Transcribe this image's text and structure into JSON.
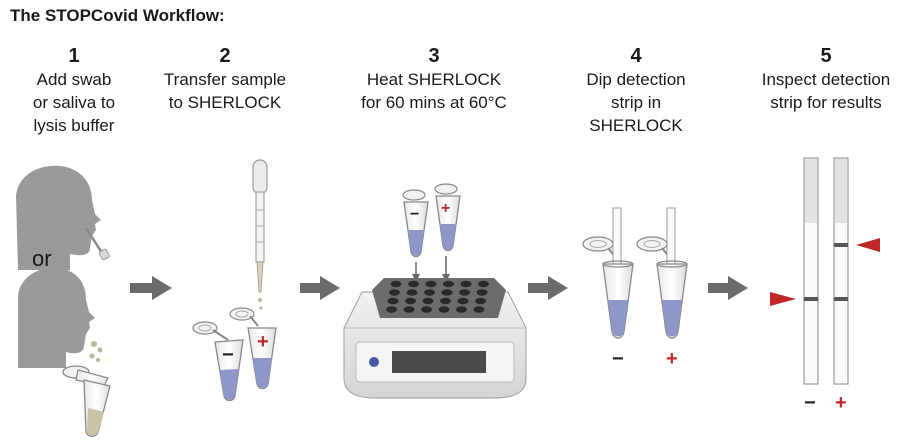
{
  "title": "The STOPCovid Workflow:",
  "steps": [
    {
      "number": "1",
      "lines": [
        "Add swab",
        "or saliva to",
        "lysis buffer"
      ]
    },
    {
      "number": "2",
      "lines": [
        "Transfer sample",
        "to SHERLOCK"
      ]
    },
    {
      "number": "3",
      "lines": [
        "Heat SHERLOCK",
        "for 60 mins at 60°C"
      ]
    },
    {
      "number": "4",
      "lines": [
        "Dip detection",
        "strip in",
        "SHERLOCK"
      ]
    },
    {
      "number": "5",
      "lines": [
        "Inspect detection",
        "strip for results"
      ]
    }
  ],
  "or_label": "or",
  "signs": {
    "negative": "−",
    "positive": "+"
  },
  "colors": {
    "figure_gray": "#9a9a9a",
    "arrow_gray": "#6b6b6b",
    "liquid_blue": "#8f97c9",
    "positive_red": "#c0262a",
    "device_body": "#e6e6e6",
    "device_plate": "#6c6c6c"
  }
}
